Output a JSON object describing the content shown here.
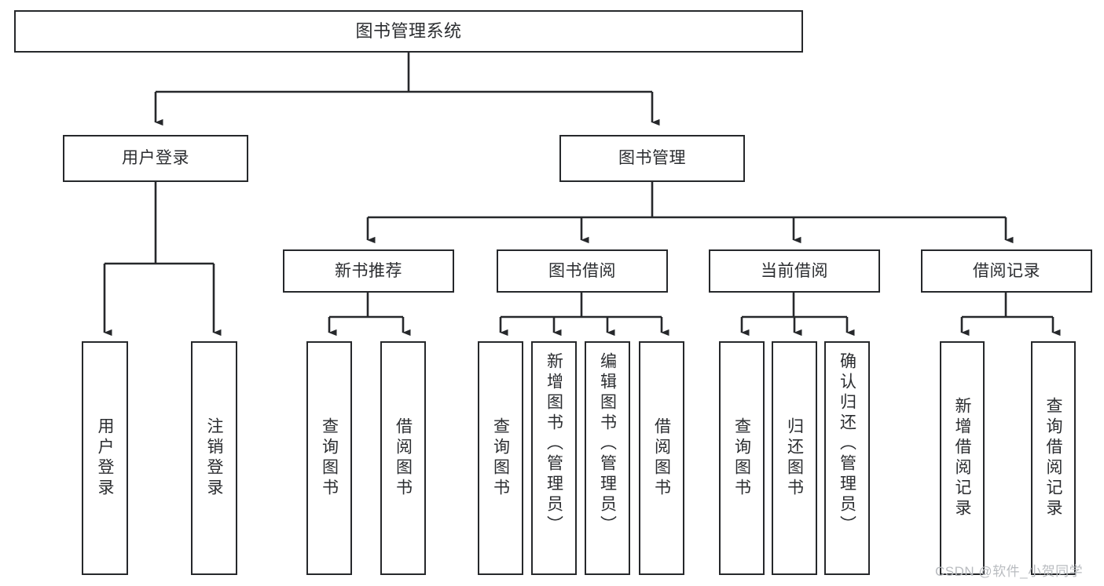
{
  "diagram": {
    "type": "hierarchy-tree",
    "title": "图书管理系统",
    "watermark": "CSDN @软件_小贺同学",
    "colors": {
      "stroke": "#26282b",
      "text": "#2b2d30",
      "background": "#ffffff",
      "watermark": "#b9bcc0"
    },
    "nodes": {
      "root": {
        "label": "图书管理系统"
      },
      "level1": [
        {
          "id": "user-login",
          "label": "用户登录"
        },
        {
          "id": "book-manage",
          "label": "图书管理"
        }
      ],
      "level2": [
        {
          "id": "new-book-recommend",
          "label": "新书推荐"
        },
        {
          "id": "book-borrow",
          "label": "图书借阅"
        },
        {
          "id": "current-borrow",
          "label": "当前借阅"
        },
        {
          "id": "borrow-record",
          "label": "借阅记录"
        }
      ],
      "leaves": {
        "user_login": [
          {
            "id": "leaf-user-login",
            "label": "用户登录"
          },
          {
            "id": "leaf-logout-login",
            "label": "注销登录"
          }
        ],
        "new_book_recommend": [
          {
            "id": "leaf-query-book-1",
            "label": "查询图书"
          },
          {
            "id": "leaf-borrow-book-1",
            "label": "借阅图书"
          }
        ],
        "book_borrow": [
          {
            "id": "leaf-query-book-2",
            "label": "查询图书"
          },
          {
            "id": "leaf-add-book",
            "label": "新增图书（管理员）"
          },
          {
            "id": "leaf-edit-book",
            "label": "编辑图书（管理员）"
          },
          {
            "id": "leaf-borrow-book-2",
            "label": "借阅图书"
          }
        ],
        "current_borrow": [
          {
            "id": "leaf-query-book-3",
            "label": "查询图书"
          },
          {
            "id": "leaf-return-book",
            "label": "归还图书"
          },
          {
            "id": "leaf-confirm-return",
            "label": "确认归还（管理员）"
          }
        ],
        "borrow_record": [
          {
            "id": "leaf-add-record",
            "label": "新增借阅记录"
          },
          {
            "id": "leaf-query-record",
            "label": "查询借阅记录"
          }
        ]
      }
    }
  }
}
